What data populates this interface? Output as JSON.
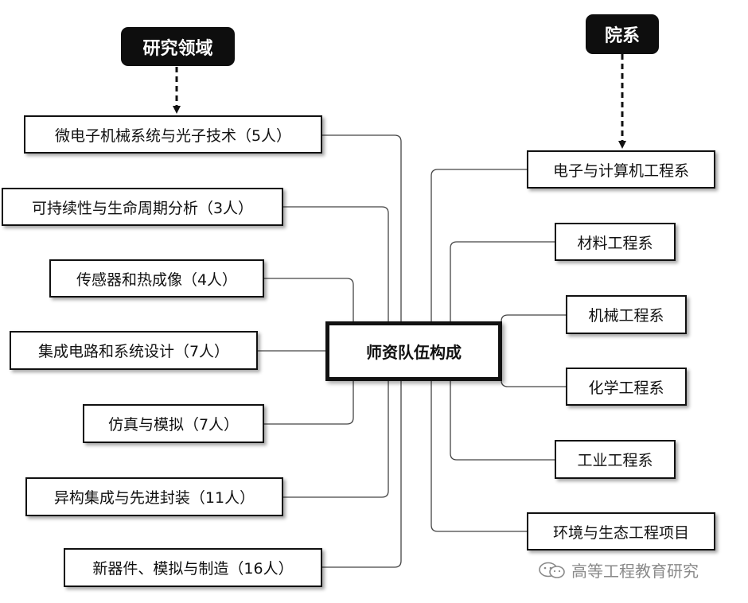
{
  "center": {
    "label": "师资队伍构成"
  },
  "tags": {
    "left": "研究领域",
    "right": "院系"
  },
  "research_areas": [
    {
      "label": "微电子机械系统与光子技术（5人）"
    },
    {
      "label": "可持续性与生命周期分析（3人）"
    },
    {
      "label": "传感器和热成像（4人）"
    },
    {
      "label": "集成电路和系统设计（7人）"
    },
    {
      "label": "仿真与模拟（7人）"
    },
    {
      "label": "异构集成与先进封装（11人）"
    },
    {
      "label": "新器件、模拟与制造（16人）"
    }
  ],
  "departments": [
    {
      "label": "电子与计算机工程系"
    },
    {
      "label": "材料工程系"
    },
    {
      "label": "机械工程系"
    },
    {
      "label": "化学工程系"
    },
    {
      "label": "工业工程系"
    },
    {
      "label": "环境与生态工程项目"
    }
  ],
  "watermark": {
    "text": "高等工程教育研究",
    "icon": "wechat-icon"
  }
}
